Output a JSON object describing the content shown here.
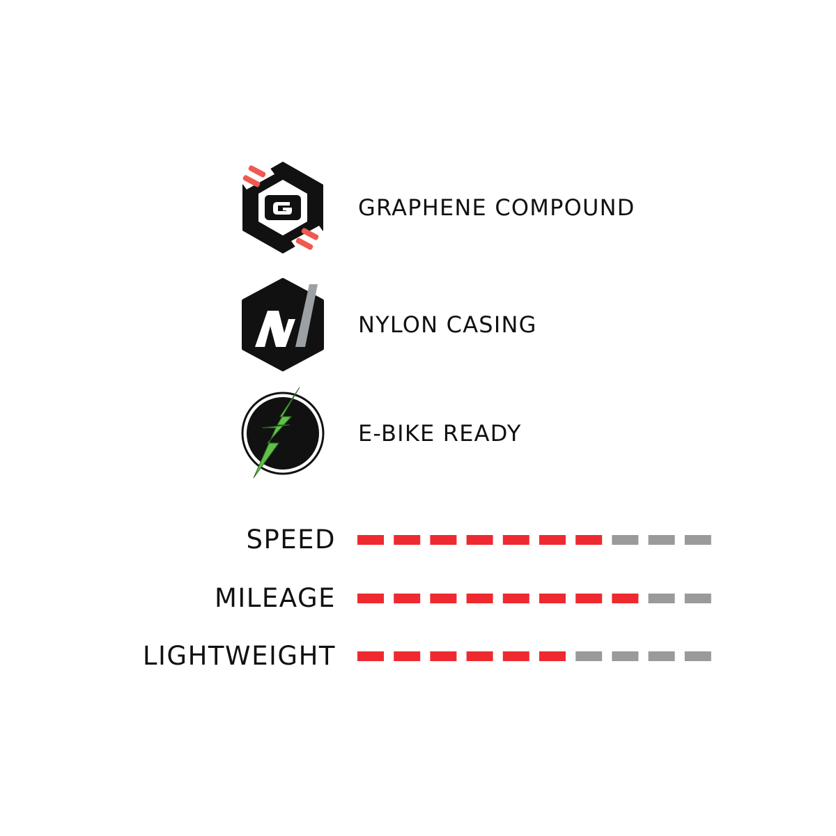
{
  "colors": {
    "accent_red": "#ee2a30",
    "inactive_gray": "#9a9a9a",
    "icon_black": "#111111",
    "nylon_gray": "#9aa0a3",
    "bolt_green": "#5fc246",
    "graphene_stripe": "#ef5a50"
  },
  "features": [
    {
      "icon": "graphene-hexagon-icon",
      "label": "GRAPHENE COMPOUND"
    },
    {
      "icon": "nylon-hexagon-icon",
      "label": "NYLON CASING"
    },
    {
      "icon": "lightning-bolt-icon",
      "label": "E-BIKE READY"
    }
  ],
  "ratings": {
    "max": 10,
    "items": [
      {
        "label": "SPEED",
        "value": 7
      },
      {
        "label": "MILEAGE",
        "value": 8
      },
      {
        "label": "LIGHTWEIGHT",
        "value": 6
      }
    ]
  }
}
